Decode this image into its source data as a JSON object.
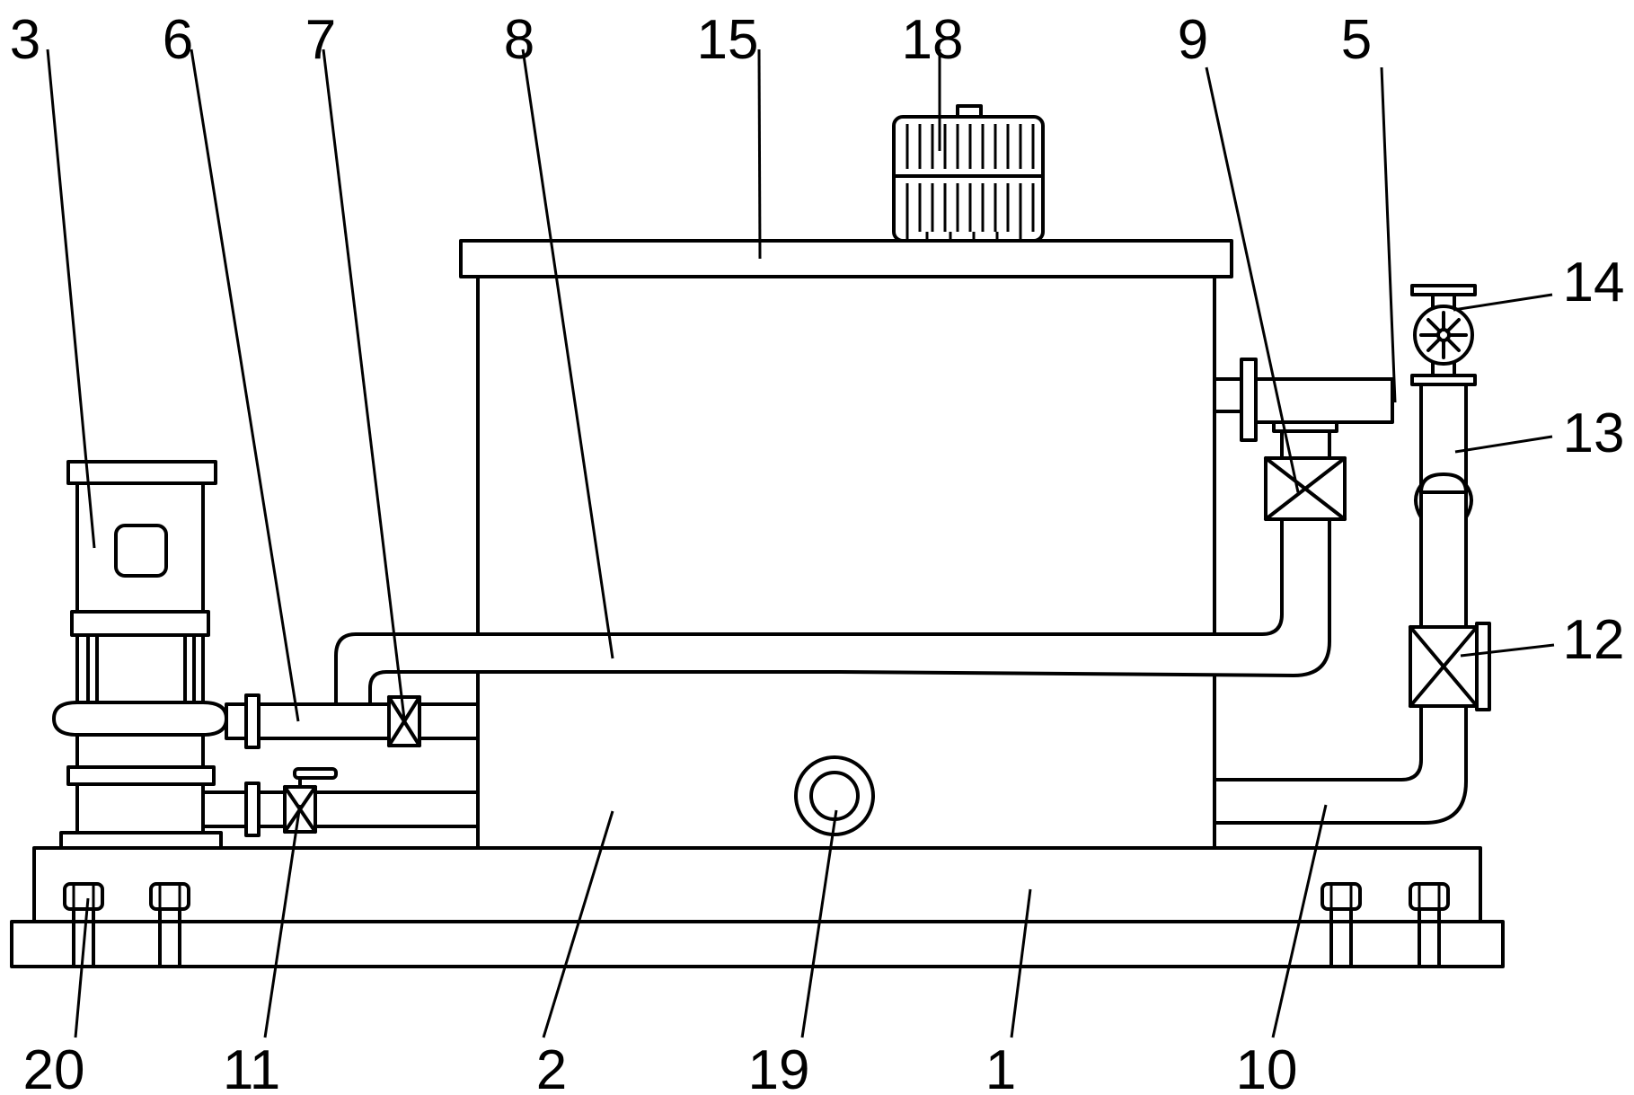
{
  "labels": {
    "l1": "1",
    "l2": "2",
    "l3": "3",
    "l5": "5",
    "l6": "6",
    "l7": "7",
    "l8": "8",
    "l9": "9",
    "l10": "10",
    "l11": "11",
    "l12": "12",
    "l13": "13",
    "l14": "14",
    "l15": "15",
    "l18": "18",
    "l19": "19",
    "l20": "20"
  }
}
